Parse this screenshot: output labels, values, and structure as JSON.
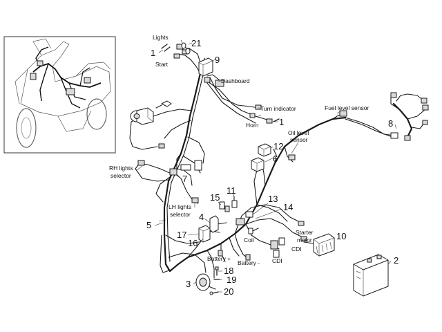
{
  "callouts": {
    "n1a": "1",
    "n1b": "1",
    "n2": "2",
    "n3": "3",
    "n4": "4",
    "n5": "5",
    "n6": "6",
    "n7": "7",
    "n8": "8",
    "n9": "9",
    "n10": "10",
    "n11": "11",
    "n12": "12",
    "n13": "13",
    "n14": "14",
    "n15": "15",
    "n16": "16",
    "n17": "17",
    "n18": "18",
    "n19": "19",
    "n20": "20",
    "n21": "21"
  },
  "labels": {
    "lights": "Lights",
    "start": "Start",
    "dashboard": "Dashboard",
    "turn_indicator": "Turn indicator",
    "horn": "Horn",
    "fuel_level_sensor": "Fuel level sensor",
    "oil_level_sensor_1": "Oil level",
    "oil_level_sensor_2": "sensor",
    "rh_lights_selector_1": "RH lights",
    "rh_lights_selector_2": "selector",
    "lh_lights_selector_1": "LH lights",
    "lh_lights_selector_2": "selector",
    "starter_motor_1": "Starter",
    "starter_motor_2": "motor",
    "coil": "Coil",
    "cdi_a": "CDI",
    "cdi_b": "CDI",
    "battery_plus": "Battery +",
    "battery_minus": "Battery -"
  }
}
